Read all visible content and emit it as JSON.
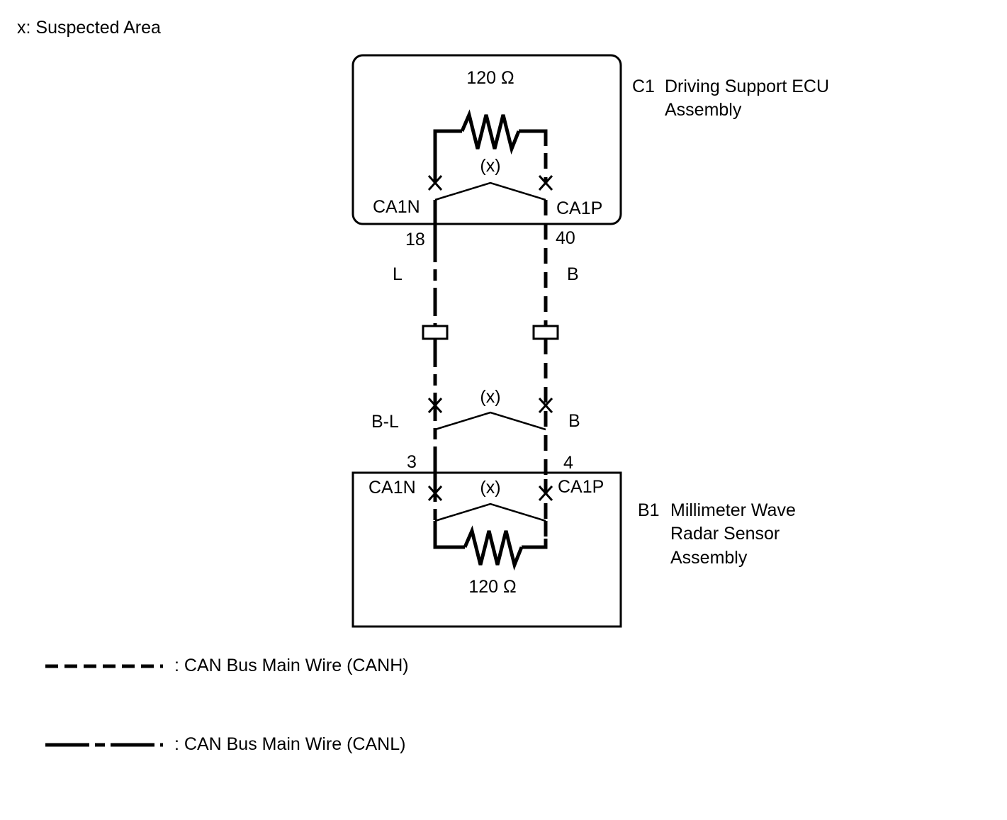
{
  "legend_title": "x: Suspected Area",
  "ecu": {
    "code": "C1",
    "name_line1": "Driving Support ECU",
    "name_line2": "Assembly",
    "resistor_label": "120 Ω",
    "suspect_label": "(x)",
    "pin_left_label": "CA1N",
    "pin_right_label": "CA1P",
    "pin_left_number": "18",
    "pin_right_number": "40"
  },
  "wiring": {
    "wire_color_upper_left": "L",
    "wire_color_upper_right": "B",
    "wire_color_lower_left": "B-L",
    "wire_color_lower_right": "B",
    "suspect_label": "(x)"
  },
  "sensor": {
    "code": "B1",
    "name_line1": "Millimeter Wave",
    "name_line2": "Radar Sensor",
    "name_line3": "Assembly",
    "resistor_label": "120 Ω",
    "suspect_label": "(x)",
    "pin_left_label": "CA1N",
    "pin_right_label": "CA1P",
    "pin_left_number": "3",
    "pin_right_number": "4"
  },
  "legend": {
    "canh_label": ": CAN Bus Main Wire (CANH)",
    "canl_label": ": CAN Bus Main Wire (CANL)"
  }
}
